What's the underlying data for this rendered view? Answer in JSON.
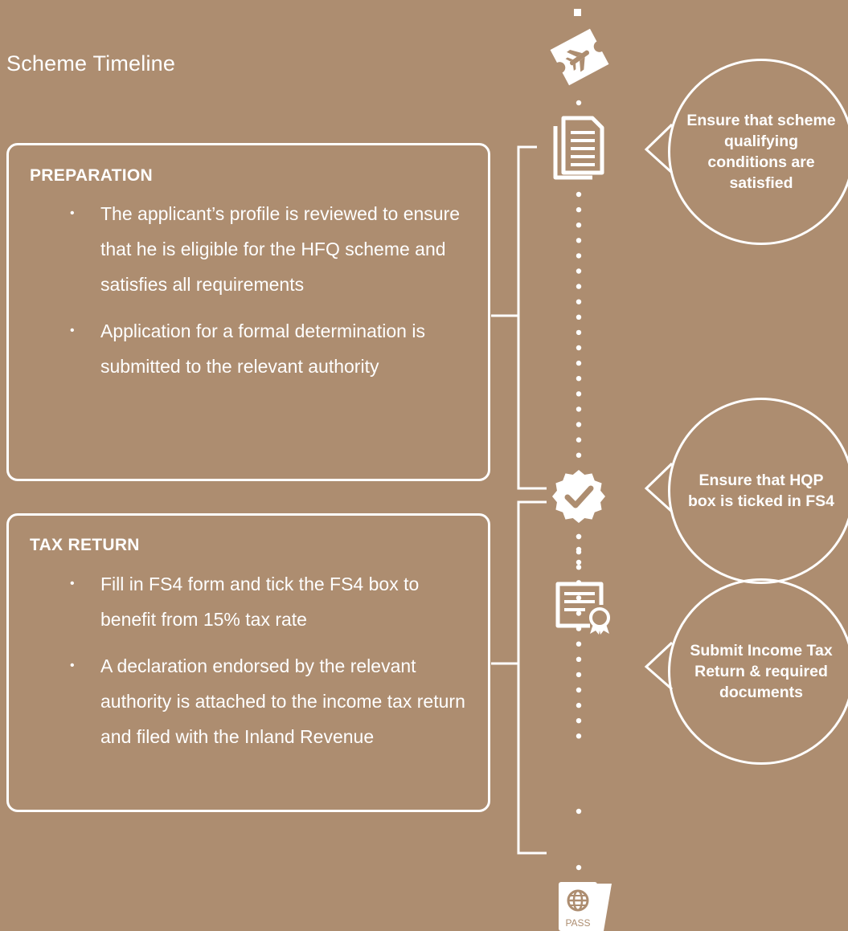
{
  "title": "Scheme Timeline",
  "preparation": {
    "heading": "PREPARATION",
    "bullets": [
      "The applicant’s profile is reviewed to ensure that he is eligible for the HFQ scheme and satisfies all requirements",
      "Application for a formal determination is submitted to the relevant authority"
    ]
  },
  "tax_return": {
    "heading": "TAX RETURN",
    "bullets": [
      "Fill in FS4 form and tick the FS4 box to benefit from 15% tax rate",
      "A declaration endorsed by the relevant authority is attached to the income tax return and filed with the Inland Revenue"
    ]
  },
  "callouts": [
    "Ensure that scheme qualifying conditions are satisfied",
    "Ensure that HQP box is ticked in FS4",
    "Submit Income Tax Return & required documents"
  ],
  "icons": [
    "plane-ticket-icon",
    "documents-icon",
    "badge-check-icon",
    "certificate-icon",
    "passport-icon"
  ],
  "passport_label": "PASS",
  "colors": {
    "background": "#ad8d70",
    "foreground": "#ffffff"
  }
}
